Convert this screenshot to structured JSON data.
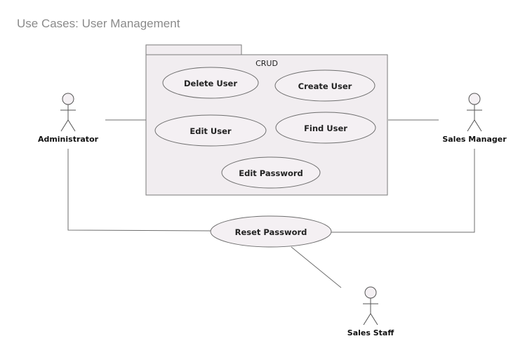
{
  "diagram": {
    "title": "Use Cases: User Management",
    "package": {
      "label": "CRUD"
    },
    "use_cases": [
      {
        "id": "delete-user",
        "label": "Delete User"
      },
      {
        "id": "create-user",
        "label": "Create User"
      },
      {
        "id": "edit-user",
        "label": "Edit User"
      },
      {
        "id": "find-user",
        "label": "Find User"
      },
      {
        "id": "edit-password",
        "label": "Edit Password"
      },
      {
        "id": "reset-password",
        "label": "Reset Password"
      }
    ],
    "actors": [
      {
        "id": "administrator",
        "label": "Administrator"
      },
      {
        "id": "sales-manager",
        "label": "Sales Manager"
      },
      {
        "id": "sales-staff",
        "label": "Sales Staff"
      }
    ],
    "associations": [
      {
        "from": "administrator",
        "to": "CRUD"
      },
      {
        "from": "sales-manager",
        "to": "CRUD"
      },
      {
        "from": "administrator",
        "to": "reset-password"
      },
      {
        "from": "sales-manager",
        "to": "reset-password"
      },
      {
        "from": "sales-staff",
        "to": "reset-password"
      }
    ]
  }
}
